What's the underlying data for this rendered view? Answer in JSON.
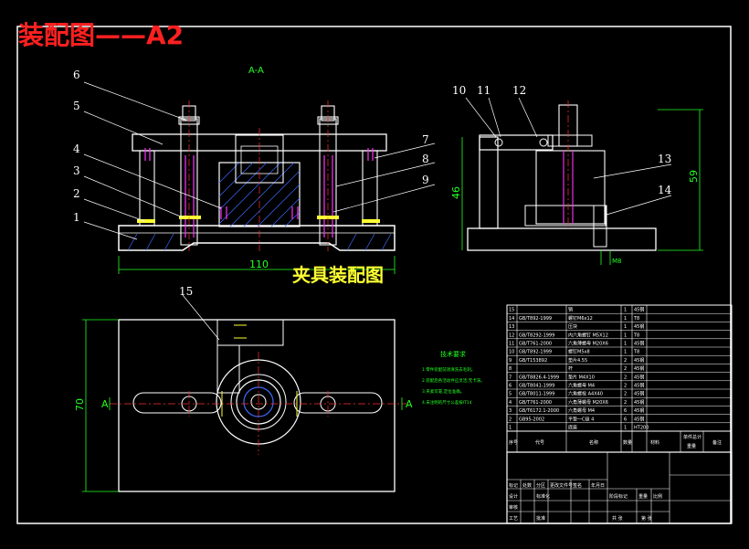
{
  "header": {
    "title": "装配图——A2"
  },
  "drawing": {
    "subtitle": "夹具装配图",
    "section_label": "A-A",
    "balloons": [
      "1",
      "2",
      "3",
      "4",
      "5",
      "6",
      "7",
      "8",
      "9",
      "10",
      "11",
      "12",
      "13",
      "14",
      "15"
    ],
    "dims": {
      "width_front": "110",
      "height_side_left": "46",
      "height_side_right": "59",
      "height_plan": "70",
      "side_small": "M8"
    },
    "cut_marks": {
      "left": "A",
      "right": "A"
    },
    "tech_req": {
      "title": "技术要求",
      "lines": [
        "1.零件装配前须清洗去毛刺。",
        "2.装配后各活动件应灵活,无卡滞。",
        "3.夹紧可靠,定位准确。",
        "4.未注明的尺寸公差按IT14"
      ]
    }
  },
  "bom": {
    "rows": [
      {
        "no": "15",
        "code": "",
        "name": "销",
        "qty": "1",
        "mat": "45钢"
      },
      {
        "no": "14",
        "code": "GB/T892-1999",
        "name": "螺钉M6x12",
        "qty": "1",
        "mat": "T8"
      },
      {
        "no": "13",
        "code": "",
        "name": "压块",
        "qty": "1",
        "mat": "45钢"
      },
      {
        "no": "12",
        "code": "GB/T8292-1999",
        "name": "内六角螺钉 M5X12",
        "qty": "1",
        "mat": "T8"
      },
      {
        "no": "11",
        "code": "GB/T761-2000",
        "name": "六角薄螺母 M20X6",
        "qty": "1",
        "mat": "45钢"
      },
      {
        "no": "10",
        "code": "GB/T892-1999",
        "name": "螺钉M5x8",
        "qty": "1",
        "mat": "T8"
      },
      {
        "no": "9",
        "code": "GB/T153892",
        "name": "垫片4.55",
        "qty": "2",
        "mat": "45钢"
      },
      {
        "no": "8",
        "code": "",
        "name": "杆",
        "qty": "2",
        "mat": "45钢"
      },
      {
        "no": "7",
        "code": "GB/T8826.4-1999",
        "name": "垫片 M4X10",
        "qty": "2",
        "mat": "45钢"
      },
      {
        "no": "6",
        "code": "GB/T8041-1999",
        "name": "六角螺母 M4",
        "qty": "2",
        "mat": "45钢"
      },
      {
        "no": "5",
        "code": "GB/T8011-1999",
        "name": "六角螺栓 A4X40",
        "qty": "2",
        "mat": "45钢"
      },
      {
        "no": "4",
        "code": "GB/T761-2000",
        "name": "六角薄螺母 M20X6",
        "qty": "2",
        "mat": "45钢"
      },
      {
        "no": "3",
        "code": "GB/T6172.1-2000",
        "name": "六角螺母 M4",
        "qty": "6",
        "mat": "45钢"
      },
      {
        "no": "2",
        "code": "GB95-2002",
        "name": "平垫一C级 4",
        "qty": "6",
        "mat": "45钢"
      },
      {
        "no": "1",
        "code": "",
        "name": "底座",
        "qty": "1",
        "mat": "HT200"
      }
    ],
    "header": {
      "no": "序号",
      "code": "代号",
      "name": "名称",
      "qty": "数量",
      "mat": "材料",
      "single": "单件",
      "total": "总计",
      "weight": "重量",
      "note": "备注"
    }
  },
  "title_block": {
    "c1": "标记",
    "c2": "处数",
    "c3": "分区",
    "c4": "更改文件号",
    "c5": "签名",
    "c6": "年月日",
    "d1": "设计",
    "d2": "标准化",
    "d3": "审核",
    "d4": "工艺",
    "d5": "批准",
    "s1": "阶段标记",
    "s2": "重量",
    "s3": "比例",
    "s4": "共 张",
    "s5": "第 张"
  },
  "colors": {
    "bg": "#000000",
    "border": "#ffffff",
    "title": "#ff2020",
    "yellow": "#ffff33",
    "green": "#22ff22",
    "cyan": "#00e5e5",
    "magenta": "#ff33ff",
    "red": "#ff3030",
    "blue": "#3a6bff",
    "balloon": "#ffffff"
  }
}
